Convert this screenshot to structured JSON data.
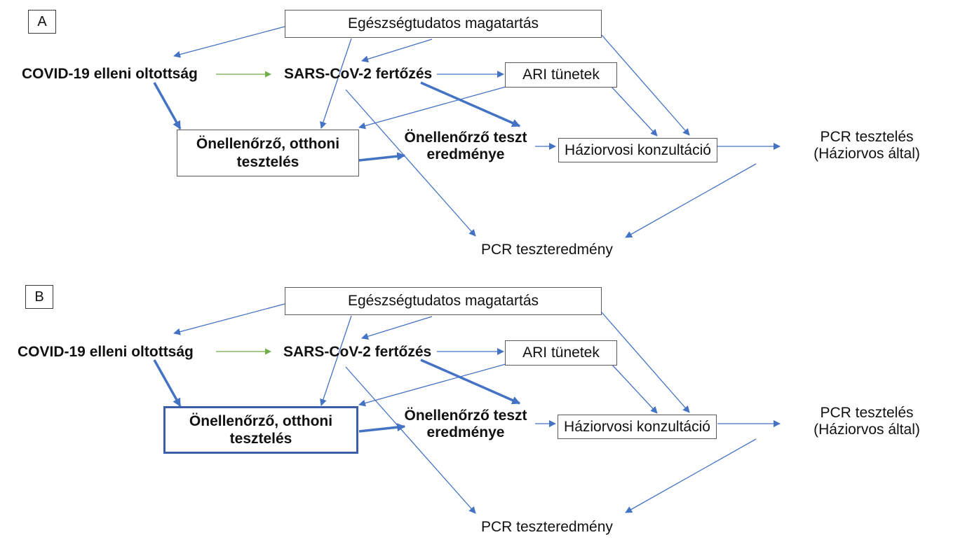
{
  "colors": {
    "arrow_blue": "#4472c4",
    "arrow_green": "#70ad47",
    "box_border": "#5a5a5a",
    "highlight_border": "#3b5ea8",
    "text": "#111111"
  },
  "panels": [
    {
      "label": "A",
      "nodes": {
        "health_behavior": "Egészségtudatos magatartás",
        "vaccination": "COVID-19 elleni oltottság",
        "infection": "SARS-CoV-2 fertőzés",
        "ari_symptoms": "ARI tünetek",
        "self_testing_line1": "Önellenőrző, otthoni",
        "self_testing_line2": "tesztelés",
        "self_test_result_line1": "Önellenőrző teszt",
        "self_test_result_line2": "eredménye",
        "gp_consultation": "Háziorvosi konzultáció",
        "pcr_testing_line1": "PCR tesztelés",
        "pcr_testing_line2": "(Háziorvos által)",
        "pcr_result": "PCR teszteredmény"
      },
      "self_testing_highlighted": false
    },
    {
      "label": "B",
      "nodes": {
        "health_behavior": "Egészségtudatos magatartás",
        "vaccination": "COVID-19 elleni oltottság",
        "infection": "SARS-CoV-2 fertőzés",
        "ari_symptoms": "ARI tünetek",
        "self_testing_line1": "Önellenőrző, otthoni",
        "self_testing_line2": "tesztelés",
        "self_test_result_line1": "Önellenőrző teszt",
        "self_test_result_line2": "eredménye",
        "gp_consultation": "Háziorvosi konzultáció",
        "pcr_testing_line1": "PCR tesztelés",
        "pcr_testing_line2": "(Háziorvos által)",
        "pcr_result": "PCR teszteredmény"
      },
      "self_testing_highlighted": true
    }
  ],
  "edges": [
    {
      "from": "health_behavior",
      "to": "vaccination",
      "weight": "thin",
      "color": "blue"
    },
    {
      "from": "health_behavior",
      "to": "infection",
      "weight": "thin",
      "color": "blue"
    },
    {
      "from": "health_behavior",
      "to": "self_testing",
      "weight": "thin",
      "color": "blue"
    },
    {
      "from": "health_behavior",
      "to": "gp_consultation",
      "weight": "thin",
      "color": "blue"
    },
    {
      "from": "vaccination",
      "to": "infection",
      "weight": "thin",
      "color": "green"
    },
    {
      "from": "vaccination",
      "to": "self_testing",
      "weight": "thick",
      "color": "blue"
    },
    {
      "from": "infection",
      "to": "ari_symptoms",
      "weight": "thin",
      "color": "blue"
    },
    {
      "from": "infection",
      "to": "self_test_result",
      "weight": "thick",
      "color": "blue"
    },
    {
      "from": "infection",
      "to": "pcr_result",
      "weight": "thin",
      "color": "blue"
    },
    {
      "from": "ari_symptoms",
      "to": "self_testing",
      "weight": "thin",
      "color": "blue"
    },
    {
      "from": "ari_symptoms",
      "to": "gp_consultation",
      "weight": "thin",
      "color": "blue"
    },
    {
      "from": "self_testing",
      "to": "self_test_result",
      "weight": "thick",
      "color": "blue"
    },
    {
      "from": "self_test_result",
      "to": "gp_consultation",
      "weight": "thin",
      "color": "blue"
    },
    {
      "from": "gp_consultation",
      "to": "pcr_testing",
      "weight": "thin",
      "color": "blue"
    },
    {
      "from": "pcr_testing",
      "to": "pcr_result",
      "weight": "thin",
      "color": "blue"
    }
  ]
}
